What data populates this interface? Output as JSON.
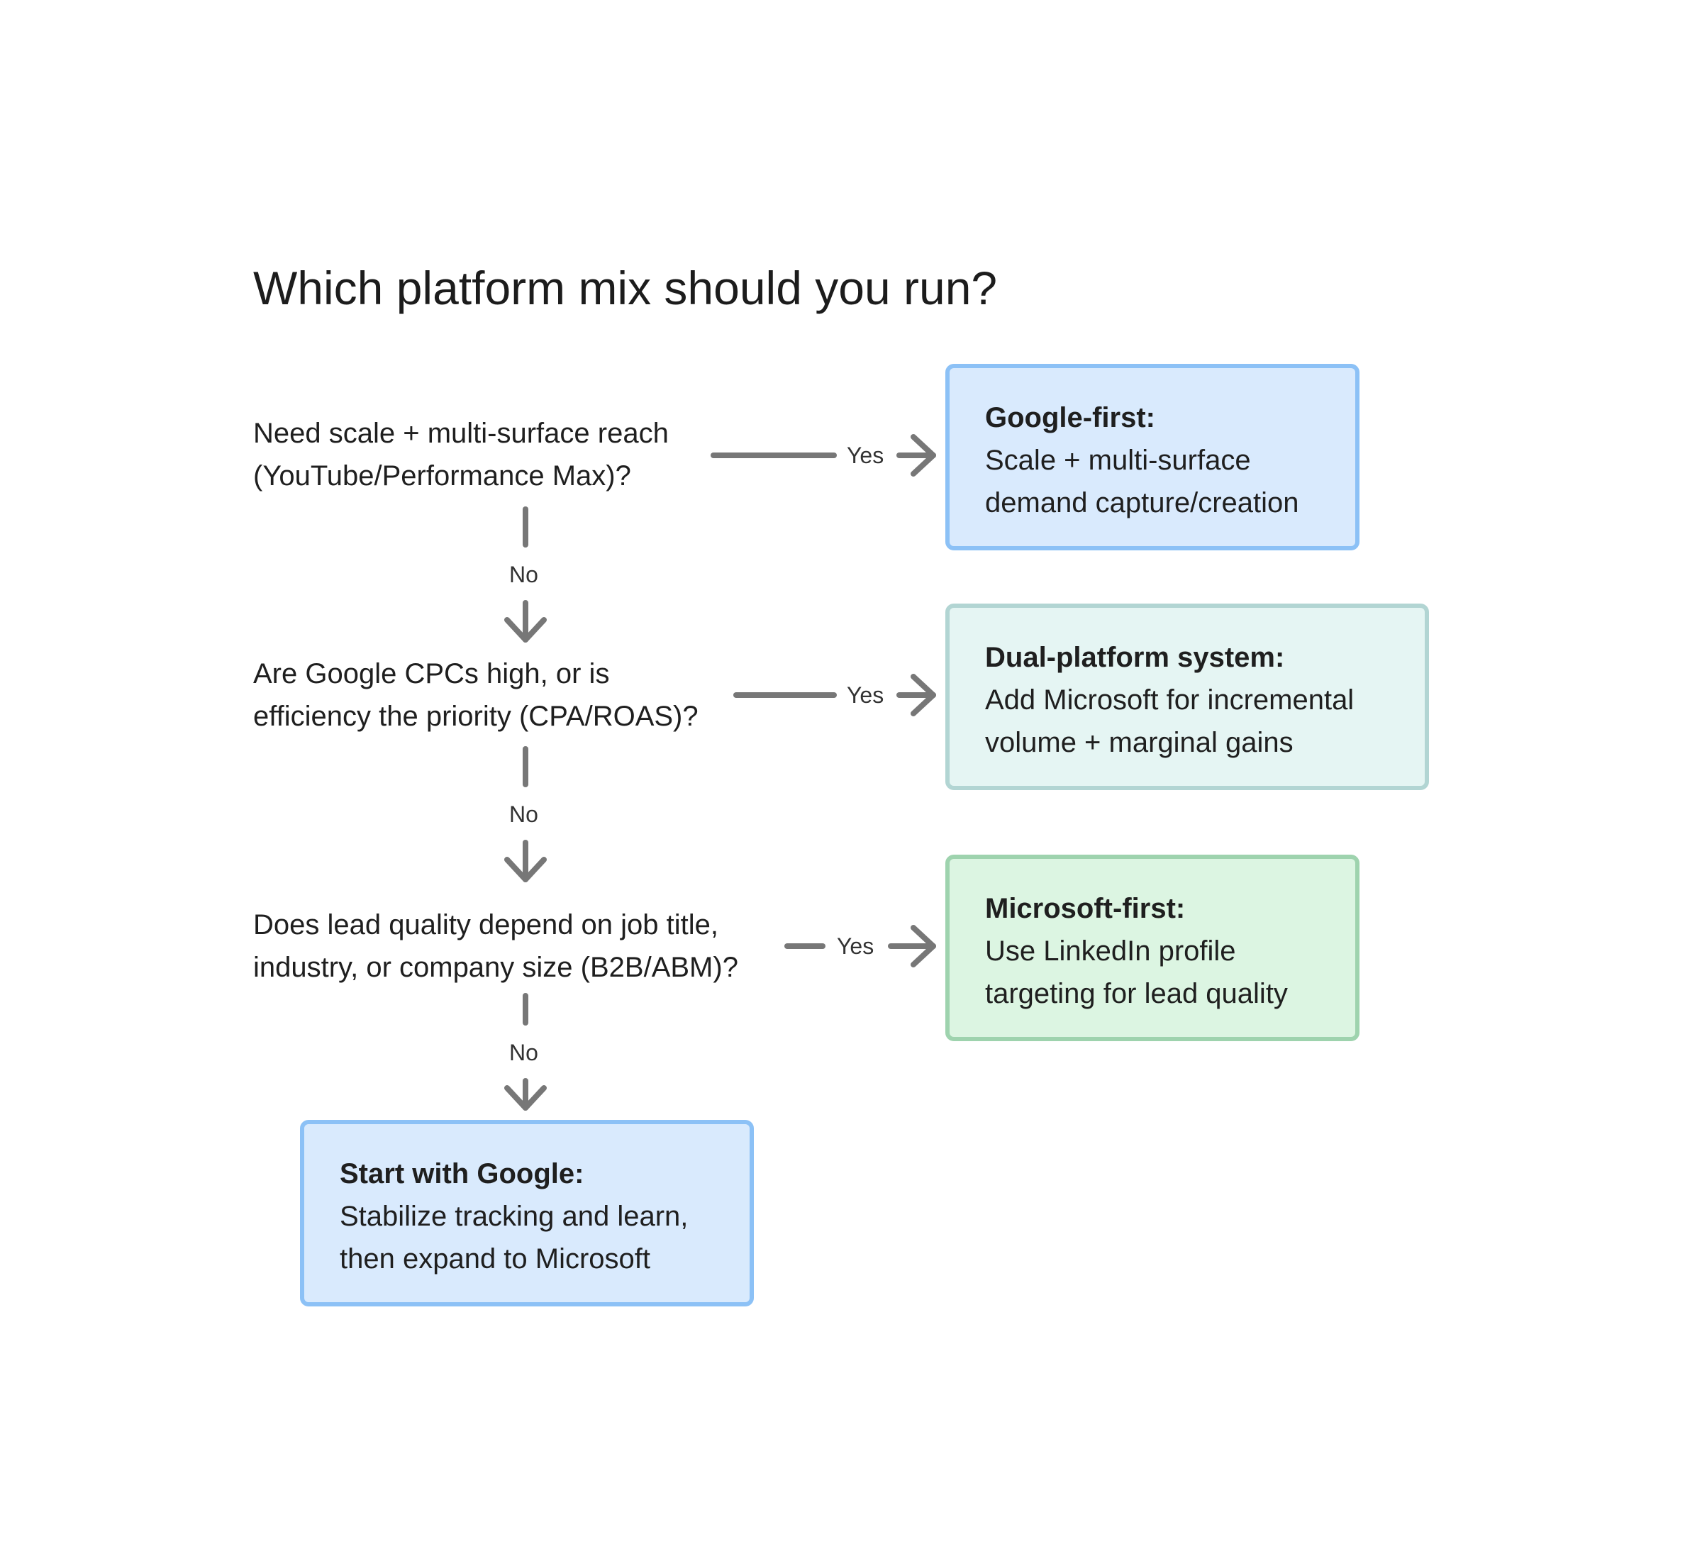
{
  "title": "Which platform mix should you run?",
  "questions": [
    {
      "line1": "Need scale + multi-surface reach",
      "line2": "(YouTube/Performance Max)?"
    },
    {
      "line1": "Are Google CPCs high, or is",
      "line2": "efficiency the priority (CPA/ROAS)?"
    },
    {
      "line1": "Does lead quality depend on job title,",
      "line2": "industry, or company size (B2B/ABM)?"
    }
  ],
  "outcomes": [
    {
      "title": "Google-first:",
      "line1": "Scale + multi-surface",
      "line2": "demand capture/creation",
      "color": "#d9eafd",
      "border": "#8cc1f6"
    },
    {
      "title": "Dual-platform system:",
      "line1": "Add Microsoft for incremental",
      "line2": "volume + marginal gains",
      "color": "#e5f5f3",
      "border": "#b2d5d3"
    },
    {
      "title": "Microsoft-first:",
      "line1": "Use LinkedIn profile",
      "line2": "targeting for lead quality",
      "color": "#dcf5e2",
      "border": "#9ed3ae"
    },
    {
      "title": "Start with Google:",
      "line1": "Stabilize tracking and learn,",
      "line2": "then expand to Microsoft",
      "color": "#d9eafd",
      "border": "#8cc1f6"
    }
  ],
  "labels": {
    "yes": "Yes",
    "no": "No"
  }
}
